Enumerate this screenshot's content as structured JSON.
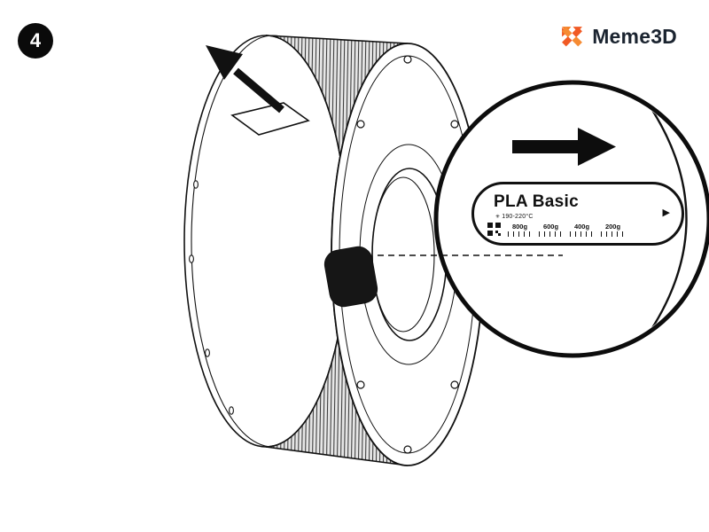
{
  "step": {
    "number": "4"
  },
  "brand": {
    "name": "Meme3D",
    "accent": "#F15A24"
  },
  "magnifier": {
    "label": {
      "title": "PLA Basic",
      "temp_icon": "✳",
      "temp": "190-220°C",
      "play_icon": "▶",
      "weights": [
        "800g",
        "600g",
        "400g",
        "200g"
      ]
    }
  },
  "colors": {
    "ink": "#111111",
    "coil_gray": "#3c3c3c"
  }
}
